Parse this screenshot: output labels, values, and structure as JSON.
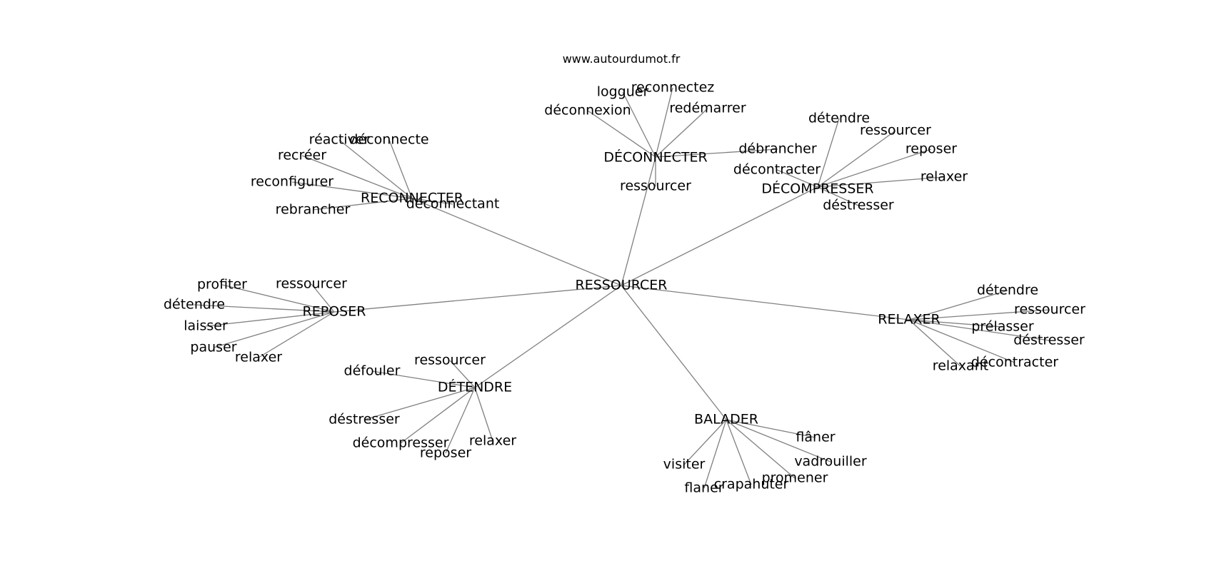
{
  "source": "www.autourdumot.fr",
  "graph": {
    "root": "RESSOURCER",
    "clusters": [
      {
        "id": "reconnecter",
        "label": "RECONNECTER",
        "neighbors": [
          "réactiver",
          "déconnecte",
          "recréer",
          "reconfigurer",
          "rebrancher",
          "déconnectant"
        ]
      },
      {
        "id": "deconnecter",
        "label": "DÉCONNECTER",
        "neighbors": [
          "logguer",
          "reconnectez",
          "déconnexion",
          "redémarrer",
          "débrancher",
          "ressourcer"
        ]
      },
      {
        "id": "decompresser",
        "label": "DÉCOMPRESSER",
        "neighbors": [
          "détendre",
          "ressourcer",
          "reposer",
          "décontracter",
          "relaxer",
          "déstresser"
        ]
      },
      {
        "id": "reposer",
        "label": "REPOSER",
        "neighbors": [
          "profiter",
          "ressourcer",
          "détendre",
          "laisser",
          "pauser",
          "relaxer"
        ]
      },
      {
        "id": "relaxer",
        "label": "RELAXER",
        "neighbors": [
          "détendre",
          "ressourcer",
          "prélasser",
          "déstresser",
          "relaxant",
          "décontracter"
        ]
      },
      {
        "id": "detendre",
        "label": "DÉTENDRE",
        "neighbors": [
          "ressourcer",
          "défouler",
          "déstresser",
          "décompresser",
          "reposer",
          "relaxer"
        ]
      },
      {
        "id": "balader",
        "label": "BALADER",
        "neighbors": [
          "flâner",
          "vadrouiller",
          "visiter",
          "promener",
          "crapahuter",
          "flaner"
        ]
      }
    ]
  }
}
